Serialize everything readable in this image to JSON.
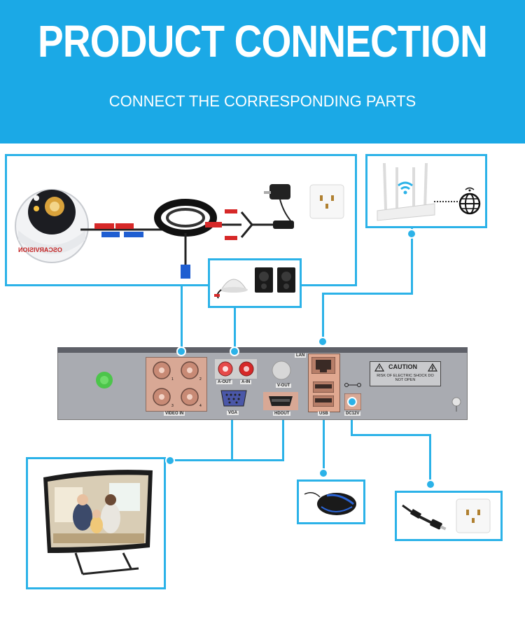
{
  "header": {
    "title": "PRODUCT CONNECTION",
    "subtitle": "CONNECT THE CORRESPONDING PARTS"
  },
  "camera": {
    "brand_mirrored": "OSCARVISION"
  },
  "dvr": {
    "ports": {
      "video_in": "VIDEO IN",
      "audio_out": "A-OUT",
      "audio_in": "A-IN",
      "vga": "VGA",
      "video_out": "V-OUT",
      "hdmi": "HDOUT",
      "lan": "LAN",
      "usb": "USB",
      "power": "DC12V",
      "channel_numbers": [
        "1",
        "2",
        "3",
        "4"
      ]
    },
    "caution": {
      "title": "CAUTION",
      "text": "RISK OF ELECTRIC SHOCK DO NOT OPEN"
    }
  },
  "colors": {
    "banner": "#1ba9e6",
    "connector": "#2bb2e8",
    "dvr_body": "#a9abb1"
  }
}
